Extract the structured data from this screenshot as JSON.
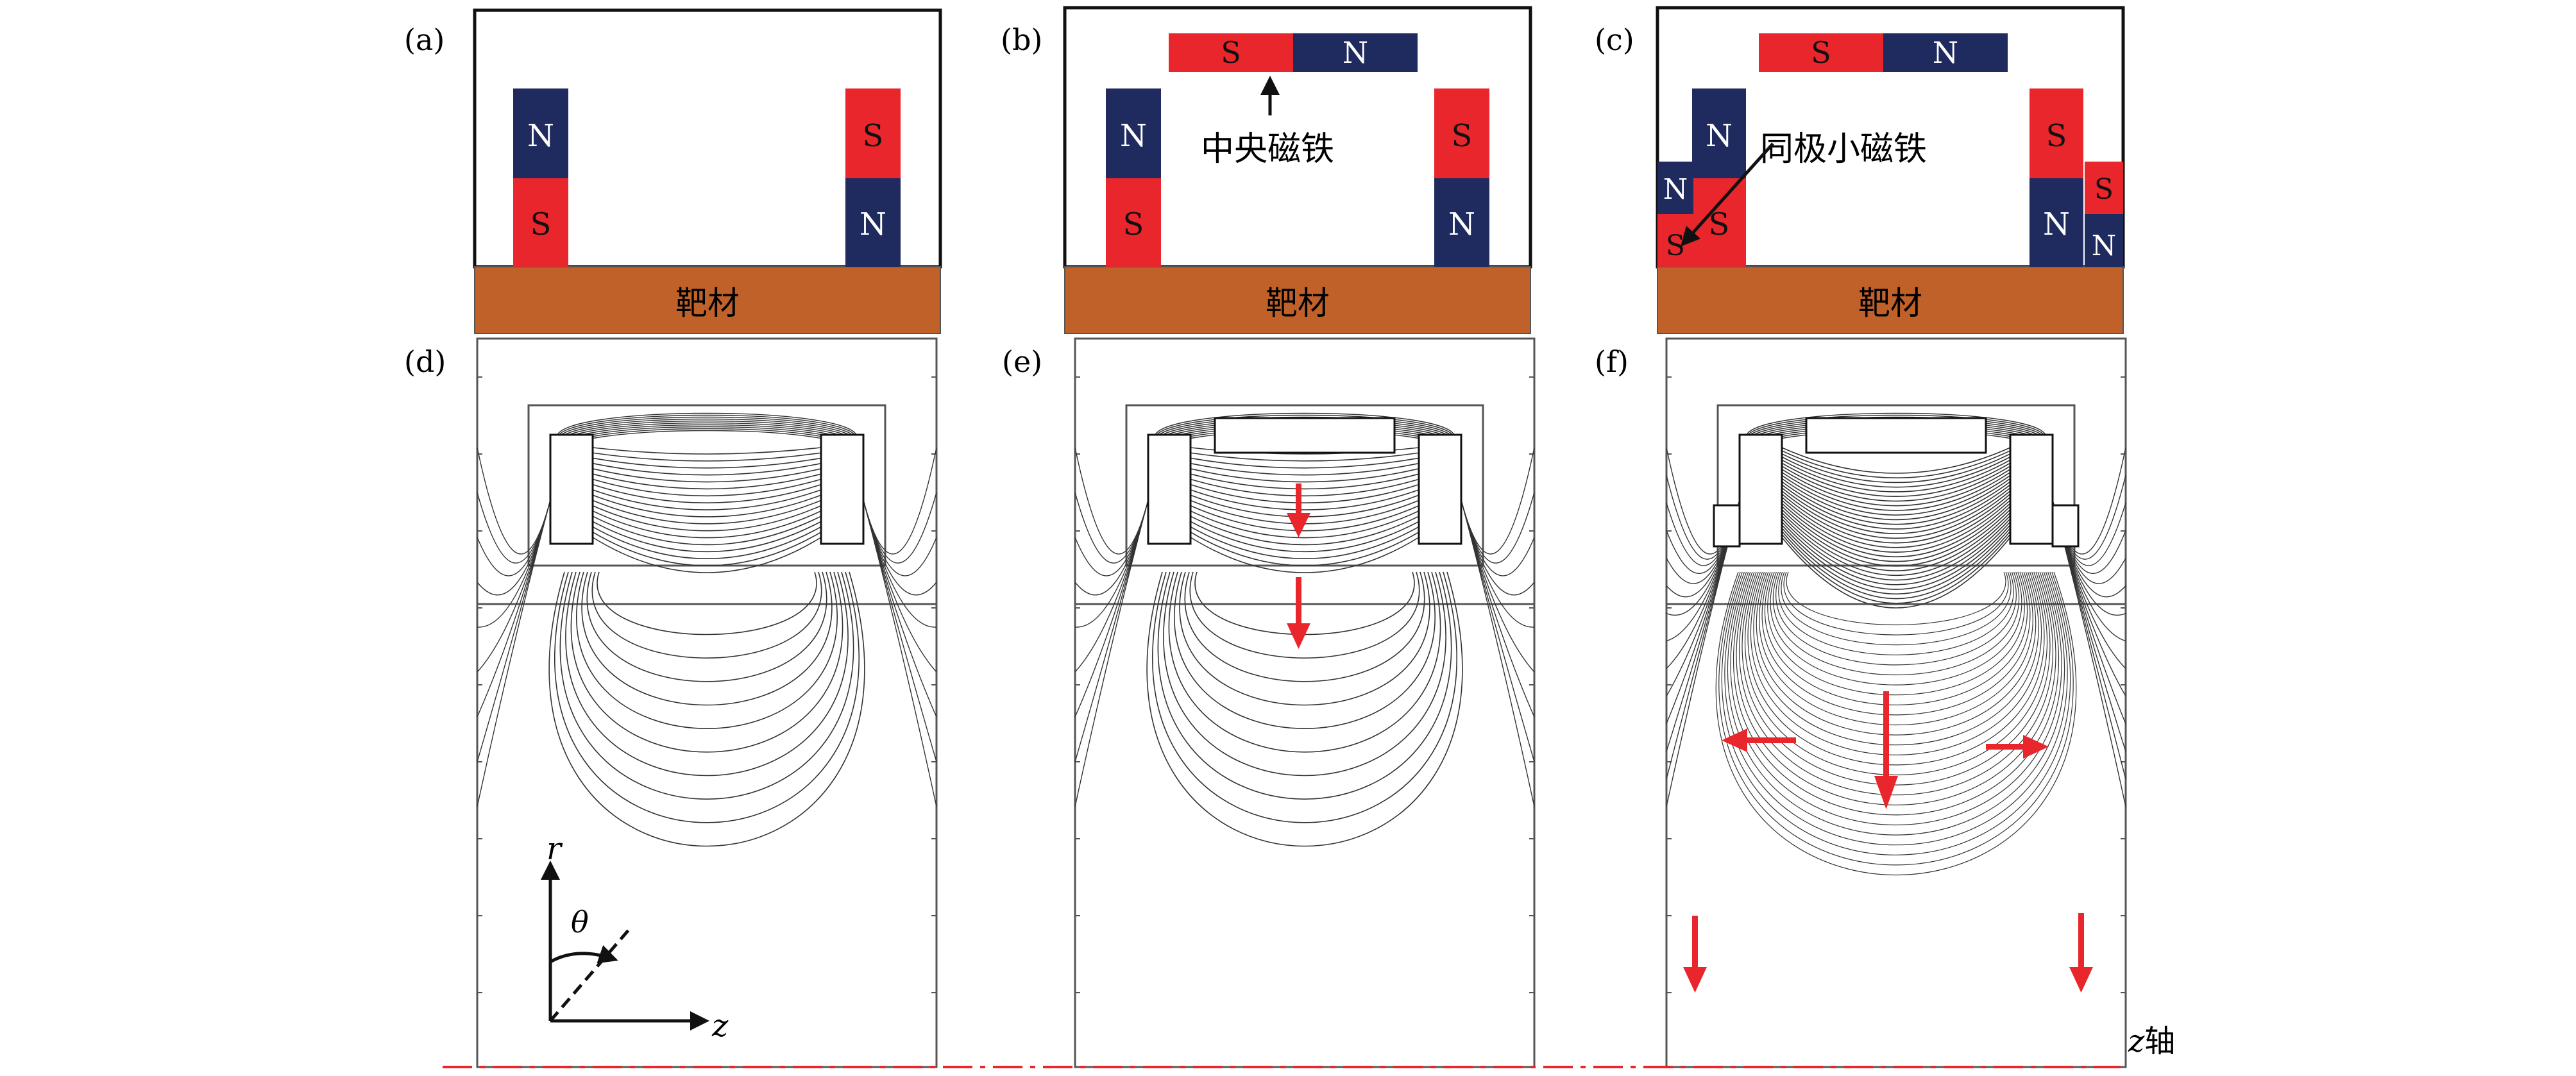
{
  "panels": {
    "a": {
      "label": "(a)",
      "target": "靶材",
      "left_magnet": {
        "top": "N",
        "bottom": "S"
      },
      "right_magnet": {
        "top": "S",
        "bottom": "N"
      }
    },
    "b": {
      "label": "(b)",
      "target": "靶材",
      "central_magnet": {
        "left": "S",
        "right": "N"
      },
      "central_label": "中央磁铁",
      "left_magnet": {
        "top": "N",
        "bottom": "S"
      },
      "right_magnet": {
        "top": "S",
        "bottom": "N"
      }
    },
    "c": {
      "label": "(c)",
      "target": "靶材",
      "central_magnet": {
        "left": "S",
        "right": "N"
      },
      "aux_label": "同极小磁铁",
      "left_magnet": {
        "top": "N",
        "bottom": "S"
      },
      "left_small": {
        "top": "N",
        "bottom": "S"
      },
      "right_magnet": {
        "top": "S",
        "bottom": "N"
      },
      "right_small": {
        "top": "S",
        "bottom": "N"
      }
    },
    "d": {
      "label": "(d)"
    },
    "e": {
      "label": "(e)"
    },
    "f": {
      "label": "(f)"
    }
  },
  "axes": {
    "r": "r",
    "z": "z",
    "theta": "θ"
  },
  "axis_line_label": {
    "var": "z",
    "text": "轴"
  },
  "colors": {
    "north": "#1f2a5e",
    "south": "#e8262b",
    "target": "#c0612a",
    "arrow": "#e8262b",
    "field": "#333333",
    "frame": "#555555"
  }
}
